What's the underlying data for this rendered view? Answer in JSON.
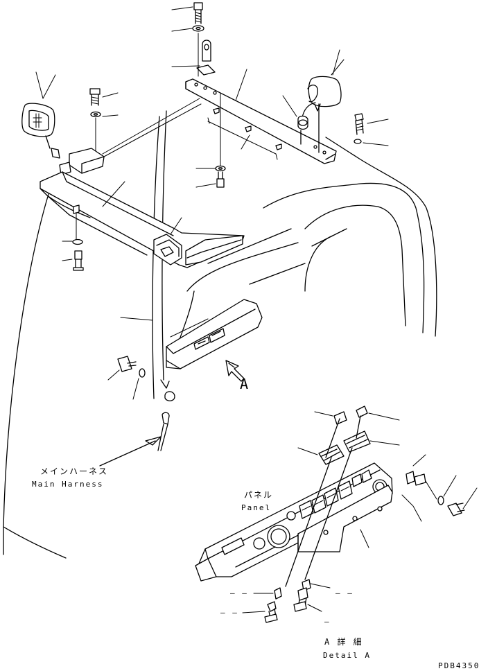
{
  "labels": {
    "view_marker": "A",
    "main_harness_jp": "メインハーネス",
    "main_harness_en": "Main Harness",
    "panel_jp": "パネル",
    "panel_en": "Panel",
    "detail_jp": "A 詳 細",
    "detail_en": "Detail A",
    "drawing_code": "PDB4350",
    "dash_1": "– –",
    "dash_2": "– –",
    "dash_3": "– –",
    "dash_4": "–"
  },
  "colors": {
    "line": "#000000",
    "background": "#ffffff"
  }
}
